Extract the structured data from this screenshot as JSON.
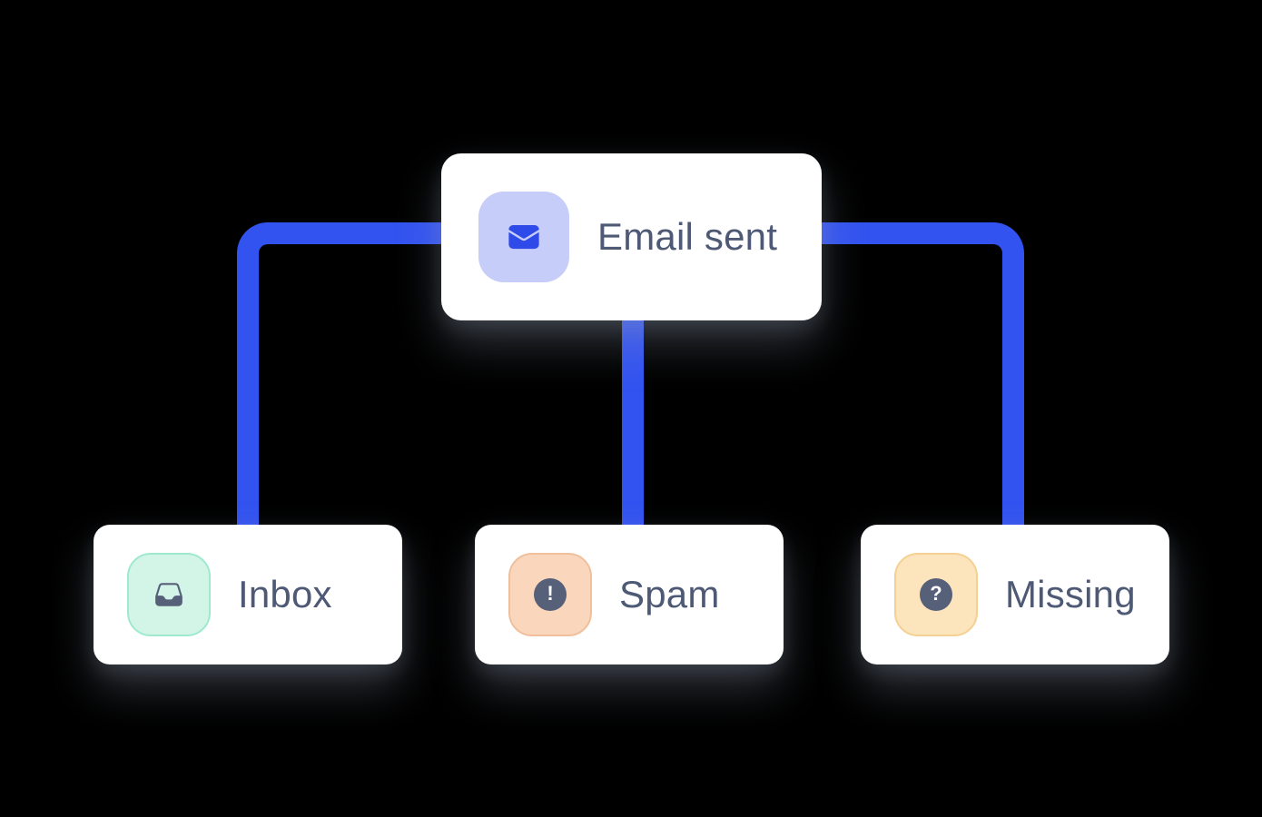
{
  "diagram": {
    "title": "email delivery flowchart",
    "root": {
      "label": "Email sent",
      "icon": "envelope-icon"
    },
    "children": [
      {
        "label": "Inbox",
        "icon": "inbox-tray-icon"
      },
      {
        "label": "Spam",
        "icon": "exclamation-circle-icon",
        "glyph": "!"
      },
      {
        "label": "Missing",
        "icon": "question-mark-circle-icon",
        "glyph": "?"
      }
    ],
    "edges": [
      {
        "from": "Email sent",
        "to": "Inbox"
      },
      {
        "from": "Email sent",
        "to": "Spam"
      },
      {
        "from": "Email sent",
        "to": "Missing"
      }
    ],
    "colors": {
      "canvas_bg": "#000000",
      "card_bg": "#ffffff",
      "connector_blue": "#3353f0",
      "envelope_blue": "#2e4bea",
      "mail_tile_bg": "#c6cdf9",
      "inbox_tile_bg": "#d3f5e8",
      "inbox_tile_border": "#9fe9cf",
      "spam_tile_bg": "#f9d6bc",
      "spam_tile_border": "#f0bf9c",
      "missing_tile_bg": "#fce4bc",
      "missing_tile_border": "#f4d093",
      "icon_slate": "#566079",
      "label_text": "#4e5a75"
    }
  }
}
